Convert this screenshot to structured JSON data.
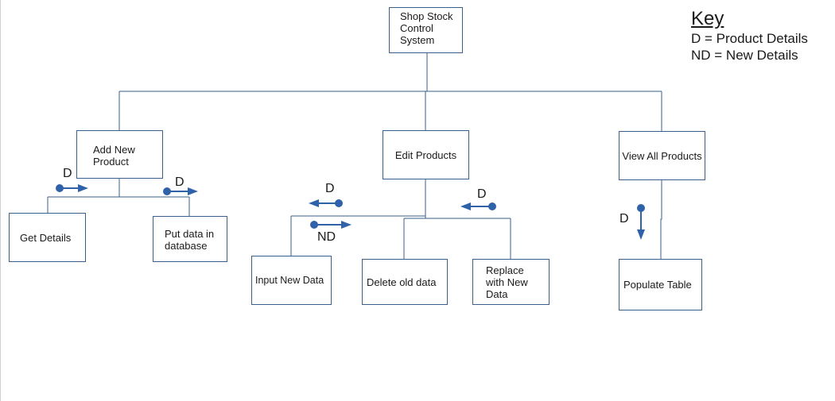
{
  "nodes": {
    "root": "Shop Stock\nControl\nSystem",
    "add_new_product": "Add New\nProduct",
    "edit_products": "Edit Products",
    "view_all_products": "View All Products",
    "get_details": "Get Details",
    "put_data": "Put data in\ndatabase",
    "input_new_data": "Input New Data",
    "delete_old_data": "Delete old data",
    "replace_new_data": "Replace\nwith New\nData",
    "populate_table": "Populate Table"
  },
  "flows": {
    "get_details_d": "D",
    "put_data_d": "D",
    "edit_return_d": "D",
    "input_nd": "ND",
    "replace_return_d": "D",
    "populate_d": "D"
  },
  "key": {
    "title": "Key",
    "entries": [
      "D = Product Details",
      "ND = New Details"
    ]
  },
  "colors": {
    "line": "#3a5f8a",
    "arrow": "#2f62a8"
  }
}
